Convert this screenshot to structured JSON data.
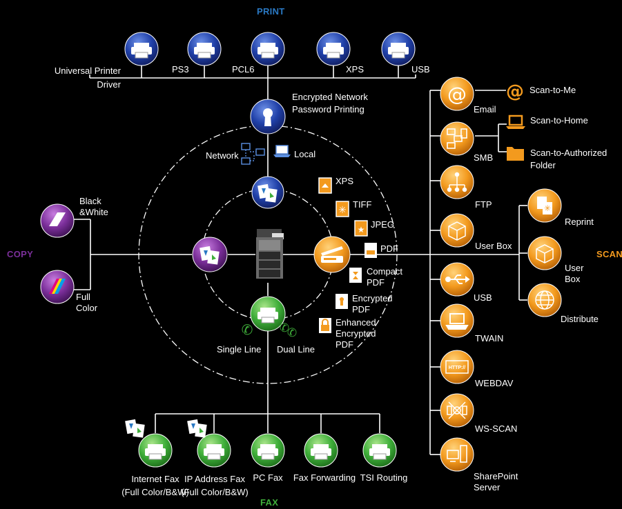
{
  "sections": {
    "print": "PRINT",
    "copy": "COPY",
    "scan": "SCAN",
    "fax": "FAX"
  },
  "colors": {
    "print": "#2a79c4",
    "print_node": "#1f3f9e",
    "copy": "#7b2f9a",
    "scan": "#f39a1e",
    "fax": "#3fae3a",
    "background": "#000000"
  },
  "print": {
    "drivers": [
      "Universal Printer\nDriver",
      "PS3",
      "PCL6",
      "XPS",
      "USB"
    ],
    "encrypted": "Encrypted Network\nPassword Printing",
    "network": "Network",
    "local": "Local"
  },
  "copy": {
    "bw": "Black\n&White",
    "color": "Full\nColor"
  },
  "file_formats": [
    "XPS",
    "TIFF",
    "JPEG",
    "PDF",
    "Compact\nPDF",
    "Encrypted\nPDF",
    "Enhanced\nEncrypted\nPDF"
  ],
  "scan": {
    "destinations": [
      "Email",
      "SMB",
      "FTP",
      "User Box",
      "USB",
      "TWAIN",
      "WEBDAV",
      "WS-SCAN",
      "SharePoint\nServer"
    ],
    "email_sub": [
      "Scan-to-Me"
    ],
    "smb_sub": [
      "Scan-to-Home",
      "Scan-to-Authorized\nFolder"
    ],
    "userbox_sub": [
      "Reprint",
      "User\nBox",
      "Distribute"
    ],
    "http_text": "HTTP://"
  },
  "fax": {
    "lines": [
      "Single Line",
      "Dual Line"
    ],
    "items": [
      "Internet Fax\n(Full Color/B&W)",
      "IP Address Fax\n(Full Color/B&W)",
      "PC Fax",
      "Fax Forwarding",
      "TSI Routing"
    ]
  }
}
